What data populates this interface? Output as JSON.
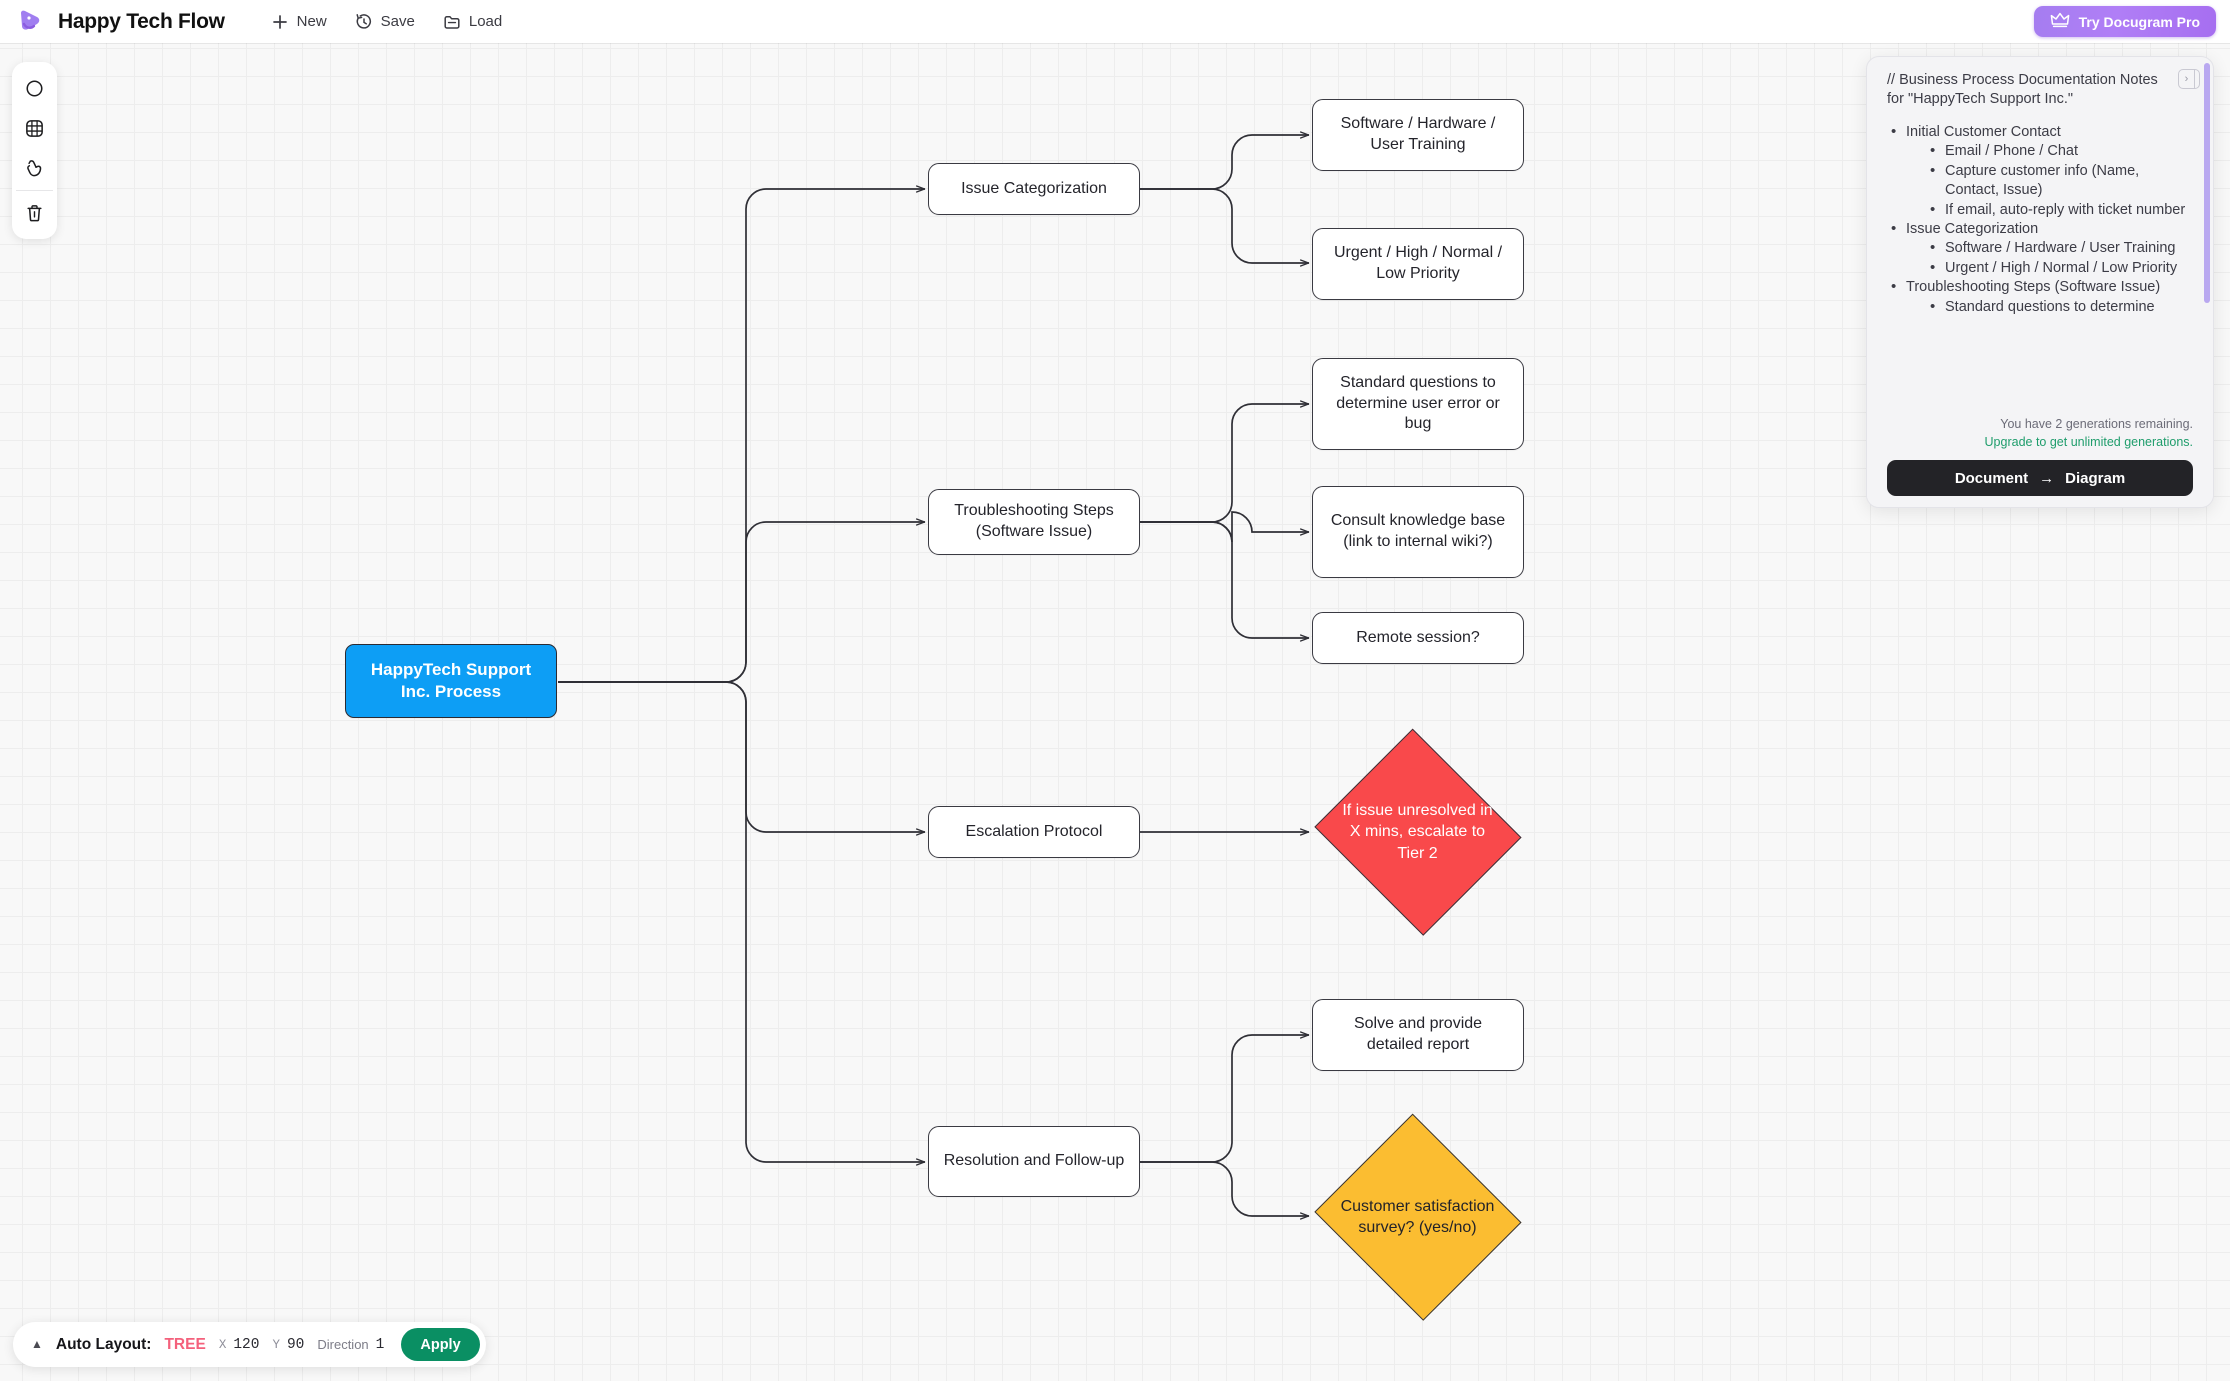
{
  "topbar": {
    "app_title": "Happy Tech Flow",
    "logo_icon": "happy-flow-logo",
    "actions": [
      {
        "label": "New",
        "icon": "plus-icon"
      },
      {
        "label": "Save",
        "icon": "save-clock-icon"
      },
      {
        "label": "Load",
        "icon": "folder-icon"
      }
    ],
    "pro_button": {
      "label": "Try Docugram Pro",
      "icon": "crown-icon"
    }
  },
  "toolbar": {
    "tools": [
      {
        "name": "shape-circle-tool",
        "icon": "circle-icon"
      },
      {
        "name": "grid-tool",
        "icon": "grid-icon"
      },
      {
        "name": "pointer-tool",
        "icon": "hand-pointer-icon"
      },
      {
        "name": "delete-tool",
        "icon": "trash-icon"
      }
    ]
  },
  "diagram": {
    "nodes": [
      {
        "id": "root",
        "label": "HappyTech Support Inc. Process",
        "shape": "rounded-rect",
        "color": "#0d9ef5"
      },
      {
        "id": "cat",
        "label": "Issue Categorization",
        "shape": "rounded-rect",
        "color": "#ffffff"
      },
      {
        "id": "ts",
        "label": "Troubleshooting Steps (Software Issue)",
        "shape": "rounded-rect",
        "color": "#ffffff"
      },
      {
        "id": "esc",
        "label": "Escalation Protocol",
        "shape": "rounded-rect",
        "color": "#ffffff"
      },
      {
        "id": "res",
        "label": "Resolution and Follow-up",
        "shape": "rounded-rect",
        "color": "#ffffff"
      },
      {
        "id": "cat1",
        "label": "Software / Hardware / User Training",
        "shape": "rounded-rect",
        "color": "#ffffff"
      },
      {
        "id": "cat2",
        "label": "Urgent / High / Normal / Low Priority",
        "shape": "rounded-rect",
        "color": "#ffffff"
      },
      {
        "id": "ts1",
        "label": "Standard questions to determine user error or bug",
        "shape": "rounded-rect",
        "color": "#ffffff"
      },
      {
        "id": "ts2",
        "label": "Consult knowledge base (link to internal wiki?)",
        "shape": "rounded-rect",
        "color": "#ffffff"
      },
      {
        "id": "ts3",
        "label": "Remote session?",
        "shape": "rounded-rect",
        "color": "#ffffff"
      },
      {
        "id": "esc1",
        "label": "If issue unresolved in X mins, escalate to Tier 2",
        "shape": "diamond",
        "color": "#f9494b"
      },
      {
        "id": "res1",
        "label": "Solve and provide detailed report",
        "shape": "rounded-rect",
        "color": "#ffffff"
      },
      {
        "id": "res2",
        "label": "Customer satisfaction survey? (yes/no)",
        "shape": "diamond",
        "color": "#fbbd31"
      }
    ],
    "edges": [
      [
        "root",
        "cat"
      ],
      [
        "root",
        "ts"
      ],
      [
        "root",
        "esc"
      ],
      [
        "root",
        "res"
      ],
      [
        "cat",
        "cat1"
      ],
      [
        "cat",
        "cat2"
      ],
      [
        "ts",
        "ts1"
      ],
      [
        "ts",
        "ts2"
      ],
      [
        "ts",
        "ts3"
      ],
      [
        "esc",
        "esc1"
      ],
      [
        "res",
        "res1"
      ],
      [
        "res",
        "res2"
      ]
    ]
  },
  "doc_panel": {
    "heading": "// Business Process Documentation Notes for \"HappyTech Support Inc.\"",
    "collapse_icon": "panel-collapse-icon",
    "outline": [
      {
        "text": "Initial Customer Contact",
        "children": [
          "Email / Phone / Chat",
          "Capture customer info (Name, Contact, Issue)",
          "If email, auto-reply with ticket number"
        ]
      },
      {
        "text": "Issue Categorization",
        "children": [
          "Software / Hardware / User Training",
          "Urgent / High / Normal / Low Priority"
        ]
      },
      {
        "text": "Troubleshooting Steps (Software Issue)",
        "children": [
          "Standard questions to determine"
        ]
      }
    ],
    "quota_text": "You have 2 generations remaining.",
    "upgrade_text": "Upgrade to get unlimited generations.",
    "generate_button": {
      "left": "Document",
      "arrow": "→",
      "right": "Diagram"
    }
  },
  "autolayout": {
    "caret_icon": "chevron-up-icon",
    "label": "Auto Layout:",
    "mode": "TREE",
    "x_key": "X",
    "x_value": "120",
    "y_key": "Y",
    "y_value": "90",
    "direction_key": "Direction",
    "direction_value": "1",
    "apply_label": "Apply"
  },
  "colors": {
    "accent_purple": "#a97ef3",
    "root_blue": "#0d9ef5",
    "decision_red": "#f9494b",
    "decision_yellow": "#fbbd31",
    "apply_green": "#0a8f63",
    "mode_pink": "#f4617c"
  }
}
